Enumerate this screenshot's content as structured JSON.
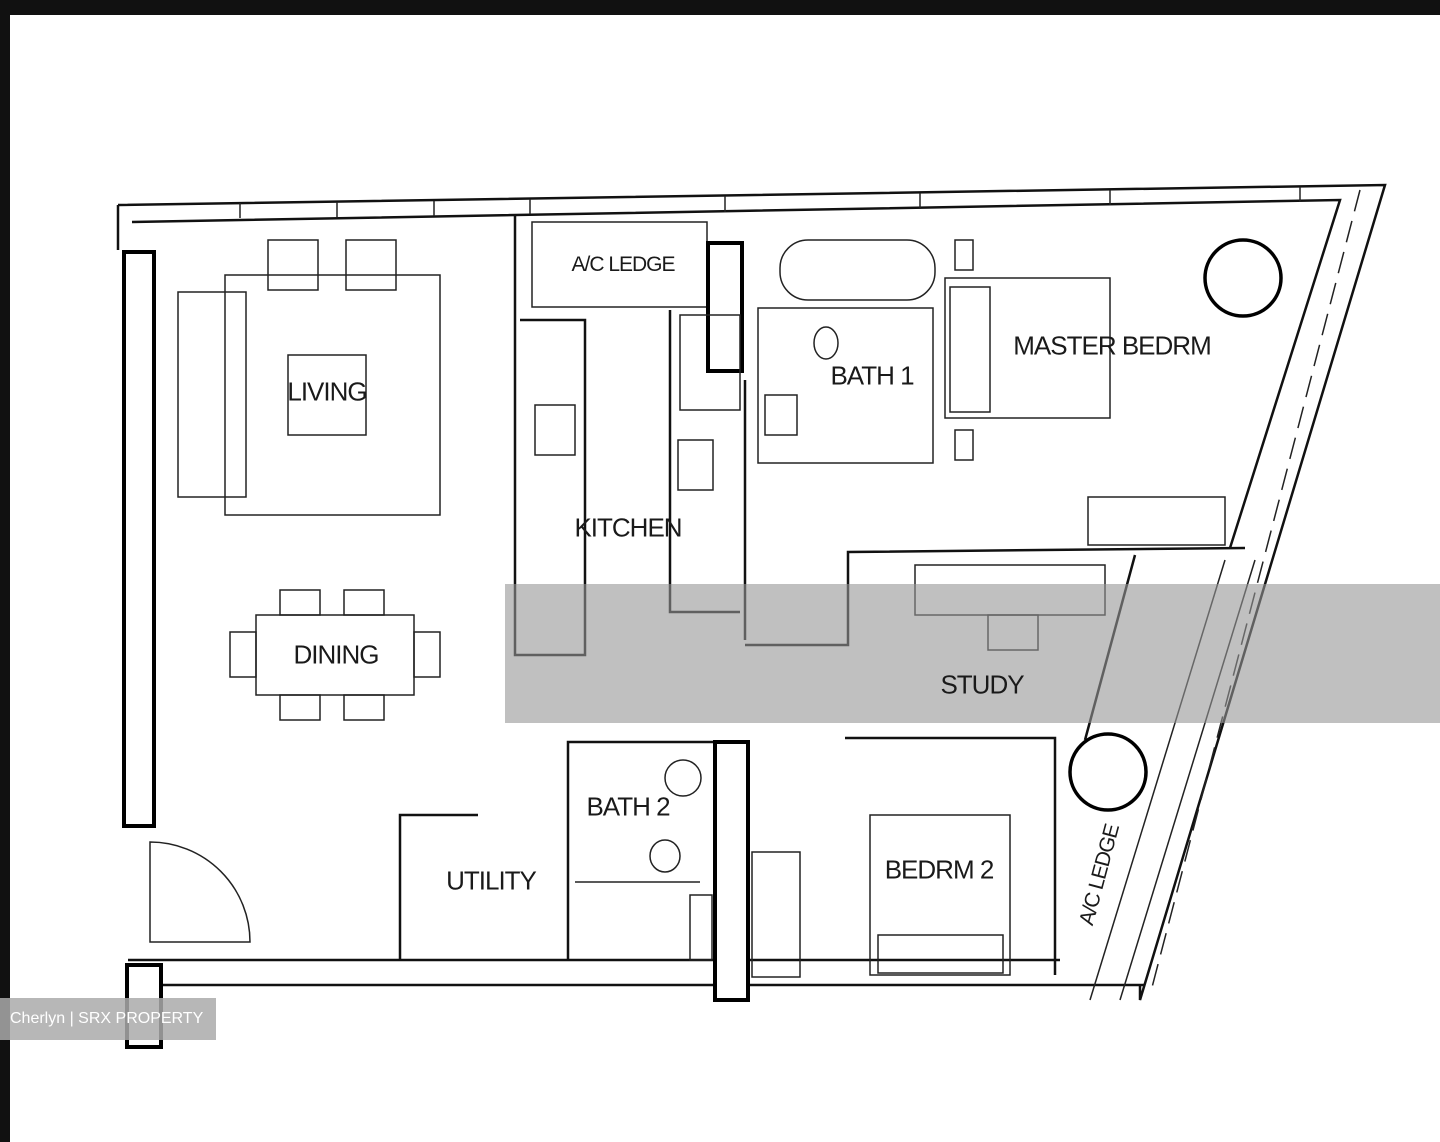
{
  "rooms": {
    "living": "LIVING",
    "ac_ledge_top": "A/C LEDGE",
    "master_bedroom": "MASTER BEDRM",
    "bath1": "BATH 1",
    "kitchen": "KITCHEN",
    "dining": "DINING",
    "study": "STUDY",
    "bath2": "BATH 2",
    "utility": "UTILITY",
    "bedroom2": "BEDRM 2",
    "ac_ledge_side": "A/C LEDGE"
  },
  "watermark": "Cherlyn | SRX PROPERTY"
}
